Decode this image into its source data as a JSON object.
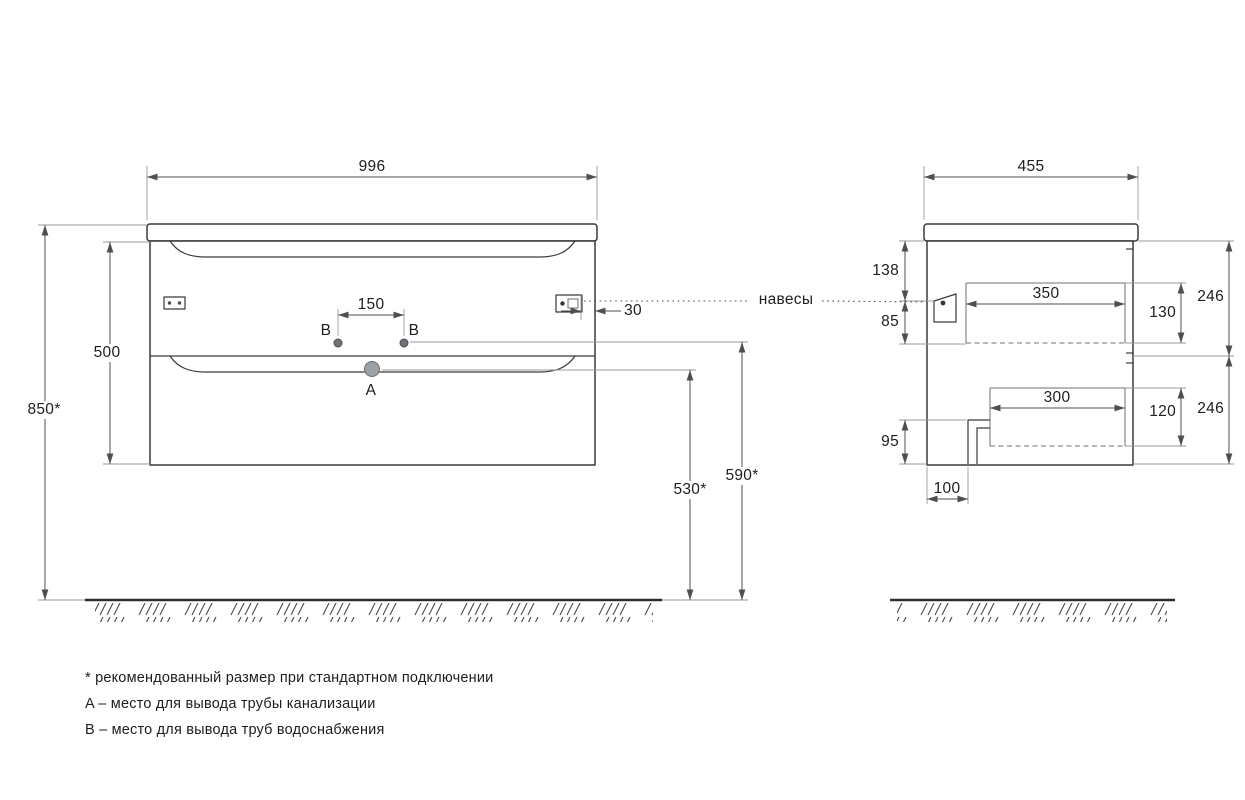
{
  "front_view": {
    "width": "996",
    "carcass_height": "500",
    "install_height": "850*",
    "water_outlets_spacing": "150",
    "hanger_side_offset": "30",
    "point_a": "A",
    "point_b_left": "B",
    "point_b_right": "B",
    "drain_outlet_height": "530*",
    "water_outlet_height": "590*"
  },
  "side_view": {
    "depth": "455",
    "hanger_top_offset": "138",
    "hanger_height_zone": "85",
    "top_drawer_depth": "350",
    "top_drawer_height": "130",
    "top_drawer_front": "246",
    "bottom_drawer_depth": "300",
    "bottom_drawer_height": "120",
    "bottom_drawer_front": "246",
    "drain_bottom_offset": "95",
    "drain_back_offset": "100"
  },
  "callouts": {
    "hangers": "навесы"
  },
  "notes": {
    "asterisk": "* рекомендованный размер при стандартном подключении",
    "a": "A – место для вывода трубы канализации",
    "b": "B – место для вывода труб водоснабжения"
  },
  "colors": {
    "background": "#ffffff",
    "outline": "#3a3a3a",
    "dimension": "#4f4f4f",
    "text": "#1e1e1e"
  }
}
